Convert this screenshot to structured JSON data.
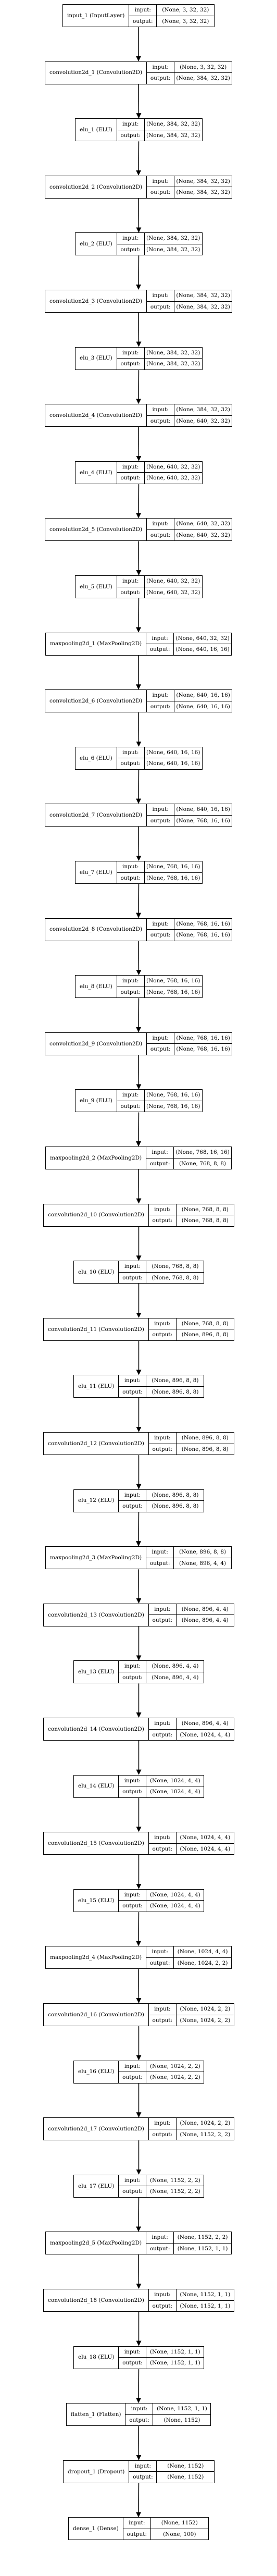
{
  "labels": {
    "input": "input:",
    "output": "output:"
  },
  "layers": [
    {
      "name": "input_1 (InputLayer)",
      "input": "(None, 3, 32, 32)",
      "output": "(None, 3, 32, 32)"
    },
    {
      "name": "convolution2d_1 (Convolution2D)",
      "input": "(None, 3, 32, 32)",
      "output": "(None, 384, 32, 32)"
    },
    {
      "name": "elu_1 (ELU)",
      "input": "(None, 384, 32, 32)",
      "output": "(None, 384, 32, 32)"
    },
    {
      "name": "convolution2d_2 (Convolution2D)",
      "input": "(None, 384, 32, 32)",
      "output": "(None, 384, 32, 32)"
    },
    {
      "name": "elu_2 (ELU)",
      "input": "(None, 384, 32, 32)",
      "output": "(None, 384, 32, 32)"
    },
    {
      "name": "convolution2d_3 (Convolution2D)",
      "input": "(None, 384, 32, 32)",
      "output": "(None, 384, 32, 32)"
    },
    {
      "name": "elu_3 (ELU)",
      "input": "(None, 384, 32, 32)",
      "output": "(None, 384, 32, 32)"
    },
    {
      "name": "convolution2d_4 (Convolution2D)",
      "input": "(None, 384, 32, 32)",
      "output": "(None, 640, 32, 32)"
    },
    {
      "name": "elu_4 (ELU)",
      "input": "(None, 640, 32, 32)",
      "output": "(None, 640, 32, 32)"
    },
    {
      "name": "convolution2d_5 (Convolution2D)",
      "input": "(None, 640, 32, 32)",
      "output": "(None, 640, 32, 32)"
    },
    {
      "name": "elu_5 (ELU)",
      "input": "(None, 640, 32, 32)",
      "output": "(None, 640, 32, 32)"
    },
    {
      "name": "maxpooling2d_1 (MaxPooling2D)",
      "input": "(None, 640, 32, 32)",
      "output": "(None, 640, 16, 16)"
    },
    {
      "name": "convolution2d_6 (Convolution2D)",
      "input": "(None, 640, 16, 16)",
      "output": "(None, 640, 16, 16)"
    },
    {
      "name": "elu_6 (ELU)",
      "input": "(None, 640, 16, 16)",
      "output": "(None, 640, 16, 16)"
    },
    {
      "name": "convolution2d_7 (Convolution2D)",
      "input": "(None, 640, 16, 16)",
      "output": "(None, 768, 16, 16)"
    },
    {
      "name": "elu_7 (ELU)",
      "input": "(None, 768, 16, 16)",
      "output": "(None, 768, 16, 16)"
    },
    {
      "name": "convolution2d_8 (Convolution2D)",
      "input": "(None, 768, 16, 16)",
      "output": "(None, 768, 16, 16)"
    },
    {
      "name": "elu_8 (ELU)",
      "input": "(None, 768, 16, 16)",
      "output": "(None, 768, 16, 16)"
    },
    {
      "name": "convolution2d_9 (Convolution2D)",
      "input": "(None, 768, 16, 16)",
      "output": "(None, 768, 16, 16)"
    },
    {
      "name": "elu_9 (ELU)",
      "input": "(None, 768, 16, 16)",
      "output": "(None, 768, 16, 16)"
    },
    {
      "name": "maxpooling2d_2 (MaxPooling2D)",
      "input": "(None, 768, 16, 16)",
      "output": "(None, 768, 8, 8)"
    },
    {
      "name": "convolution2d_10 (Convolution2D)",
      "input": "(None, 768, 8, 8)",
      "output": "(None, 768, 8, 8)"
    },
    {
      "name": "elu_10 (ELU)",
      "input": "(None, 768, 8, 8)",
      "output": "(None, 768, 8, 8)"
    },
    {
      "name": "convolution2d_11 (Convolution2D)",
      "input": "(None, 768, 8, 8)",
      "output": "(None, 896, 8, 8)"
    },
    {
      "name": "elu_11 (ELU)",
      "input": "(None, 896, 8, 8)",
      "output": "(None, 896, 8, 8)"
    },
    {
      "name": "convolution2d_12 (Convolution2D)",
      "input": "(None, 896, 8, 8)",
      "output": "(None, 896, 8, 8)"
    },
    {
      "name": "elu_12 (ELU)",
      "input": "(None, 896, 8, 8)",
      "output": "(None, 896, 8, 8)"
    },
    {
      "name": "maxpooling2d_3 (MaxPooling2D)",
      "input": "(None, 896, 8, 8)",
      "output": "(None, 896, 4, 4)"
    },
    {
      "name": "convolution2d_13 (Convolution2D)",
      "input": "(None, 896, 4, 4)",
      "output": "(None, 896, 4, 4)"
    },
    {
      "name": "elu_13 (ELU)",
      "input": "(None, 896, 4, 4)",
      "output": "(None, 896, 4, 4)"
    },
    {
      "name": "convolution2d_14 (Convolution2D)",
      "input": "(None, 896, 4, 4)",
      "output": "(None, 1024, 4, 4)"
    },
    {
      "name": "elu_14 (ELU)",
      "input": "(None, 1024, 4, 4)",
      "output": "(None, 1024, 4, 4)"
    },
    {
      "name": "convolution2d_15 (Convolution2D)",
      "input": "(None, 1024, 4, 4)",
      "output": "(None, 1024, 4, 4)"
    },
    {
      "name": "elu_15 (ELU)",
      "input": "(None, 1024, 4, 4)",
      "output": "(None, 1024, 4, 4)"
    },
    {
      "name": "maxpooling2d_4 (MaxPooling2D)",
      "input": "(None, 1024, 4, 4)",
      "output": "(None, 1024, 2, 2)"
    },
    {
      "name": "convolution2d_16 (Convolution2D)",
      "input": "(None, 1024, 2, 2)",
      "output": "(None, 1024, 2, 2)"
    },
    {
      "name": "elu_16 (ELU)",
      "input": "(None, 1024, 2, 2)",
      "output": "(None, 1024, 2, 2)"
    },
    {
      "name": "convolution2d_17 (Convolution2D)",
      "input": "(None, 1024, 2, 2)",
      "output": "(None, 1152, 2, 2)"
    },
    {
      "name": "elu_17 (ELU)",
      "input": "(None, 1152, 2, 2)",
      "output": "(None, 1152, 2, 2)"
    },
    {
      "name": "maxpooling2d_5 (MaxPooling2D)",
      "input": "(None, 1152, 2, 2)",
      "output": "(None, 1152, 1, 1)"
    },
    {
      "name": "convolution2d_18 (Convolution2D)",
      "input": "(None, 1152, 1, 1)",
      "output": "(None, 1152, 1, 1)"
    },
    {
      "name": "elu_18 (ELU)",
      "input": "(None, 1152, 1, 1)",
      "output": "(None, 1152, 1, 1)"
    },
    {
      "name": "flatten_1 (Flatten)",
      "input": "(None, 1152, 1, 1)",
      "output": "(None, 1152)"
    },
    {
      "name": "dropout_1 (Dropout)",
      "input": "(None, 1152)",
      "output": "(None, 1152)"
    },
    {
      "name": "dense_1 (Dense)",
      "input": "(None, 1152)",
      "output": "(None, 100)"
    }
  ]
}
